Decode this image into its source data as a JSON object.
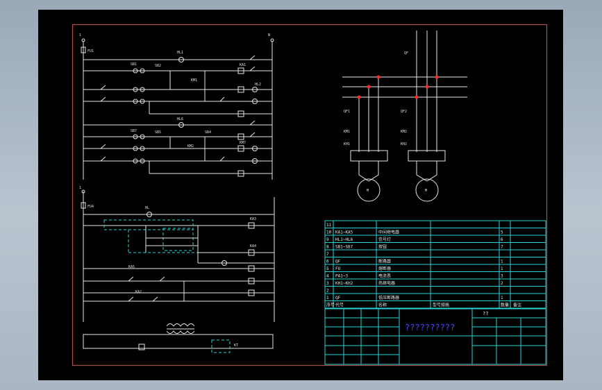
{
  "colors": {
    "sheet": "#000000",
    "border": "#b0504c",
    "wire": "#e8e8e8",
    "cyan": "#2ad4d4",
    "title": "#4646ff",
    "node": "#ff2a2a"
  },
  "labels": {
    "top_left_phase": "1",
    "top_right_phase": "N",
    "fuse_top": "FU1",
    "lamp_hl1": "HL1",
    "sb1": "SB1",
    "sb2": "SB2",
    "km1": "KM1",
    "ka1": "KA1",
    "hl2": "HL2",
    "lamp_hl6": "HL6",
    "sb7": "SB7",
    "sb5": "SB5",
    "sb4": "SB4",
    "km2": "KM2",
    "km7": "KM7",
    "bottom_phase": "1",
    "fuse_bottom": "FU4",
    "lamp_hl": "HL",
    "ka3": "KA3",
    "ka4": "KA4",
    "ka5": "KA5",
    "ka2": "KA2",
    "kt": "KT",
    "motor_qf": "QF",
    "motor_qf1": "QF1",
    "motor_qf2": "QF2",
    "motor_km1": "KM1",
    "motor_km2": "KM2",
    "motor_kh1": "KH1",
    "motor_kh2": "KH2",
    "motor_m": "M"
  },
  "bom_rows": [
    {
      "no": "11",
      "code": "",
      "name": "",
      "spec": "",
      "qty": "",
      "note": ""
    },
    {
      "no": "10",
      "code": "KA1~KA5",
      "name": "中间继电器",
      "spec": "",
      "qty": "5",
      "note": ""
    },
    {
      "no": "9",
      "code": "HL1~HL6",
      "name": "信号灯",
      "spec": "",
      "qty": "6",
      "note": ""
    },
    {
      "no": "8",
      "code": "SB1~SB7",
      "name": "按钮",
      "spec": "",
      "qty": "7",
      "note": ""
    },
    {
      "no": "7",
      "code": "",
      "name": "",
      "spec": "",
      "qty": "",
      "note": ""
    },
    {
      "no": "6",
      "code": "QF",
      "name": "断路器",
      "spec": "",
      "qty": "1",
      "note": ""
    },
    {
      "no": "5",
      "code": "FU",
      "name": "熔断器",
      "spec": "",
      "qty": "1",
      "note": ""
    },
    {
      "no": "4",
      "code": "PA1~3",
      "name": "电流表",
      "spec": "",
      "qty": "3",
      "note": ""
    },
    {
      "no": "3",
      "code": "KH1~KH2",
      "name": "热继电器",
      "spec": "",
      "qty": "2",
      "note": ""
    },
    {
      "no": "2",
      "code": "",
      "name": "",
      "spec": "",
      "qty": "",
      "note": ""
    },
    {
      "no": "1",
      "code": "QF",
      "name": "低压断路器",
      "spec": "",
      "qty": "1",
      "note": ""
    }
  ],
  "bom_header": {
    "no": "序号",
    "code": "代号",
    "name": "名称",
    "spec": "型号规格",
    "qty": "数量",
    "note": "备注"
  },
  "title_block": {
    "drawing_title": "??????????",
    "mark": "??"
  }
}
